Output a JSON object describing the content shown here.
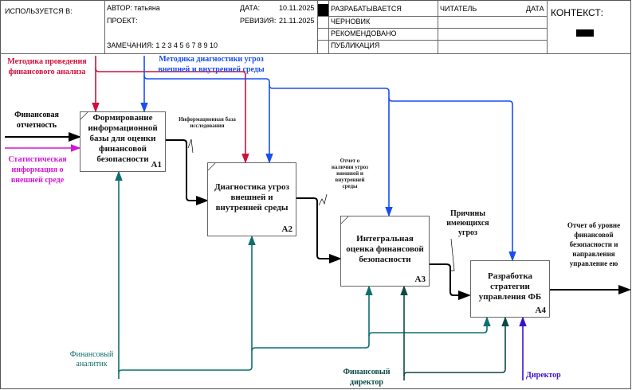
{
  "header": {
    "used_in_label": "ИСПОЛЬЗУЕТСЯ В:",
    "author_label": "АВТОР: татьяна",
    "project_label": "ПРОЕКТ:",
    "notes_label": "ЗАМЕЧАНИЯ:  1  2  3  4  5  6  7  8  9  10",
    "date_label": "ДАТА:",
    "date_value": "10.11.2025",
    "revision_label": "РЕВИЗИЯ:",
    "revision_value": "21.11.2025",
    "status_rows": [
      "РАЗРАБАТЫВАЕТСЯ",
      "ЧЕРНОВИК",
      "РЕКОМЕНДОВАНО",
      "ПУБЛИКАЦИЯ"
    ],
    "reader_label": "ЧИТАТЕЛЬ",
    "reader_date_label": "ДАТА",
    "context_label": "КОНТЕКСТ:"
  },
  "boxes": [
    {
      "id": "A1",
      "title": "Формирование информационной базы для оценки финансовой безопасности"
    },
    {
      "id": "A2",
      "title": "Диагностика угроз внешней и внутренней среды"
    },
    {
      "id": "A3",
      "title": "Интегральная оценка финансовой безопасности"
    },
    {
      "id": "A4",
      "title": "Разработка стратегии управления ФБ"
    }
  ],
  "arrows": {
    "input_fin_reports": "Финансовая отчетность",
    "input_stat_info": "Статистическая информация о внешней среде",
    "control_method_fin": "Методика проведения финансового анализа",
    "control_method_diag": "Методика диагностики угроз внешней и внутренней среды",
    "a1_output": "Информационная база исследования",
    "a2_output": "Отчет о наличии угроз внешней и внутренней среды",
    "a3_output": "Причины имеющихся угроз",
    "a4_output": "Отчет об уровне финансовой безопасности и направления управление ею",
    "mech_analyst": "Финансовый аналитик",
    "mech_fin_director": "Финансовый директор",
    "mech_director": "Директор"
  },
  "colors": {
    "red": "#d0103a",
    "blue": "#1a4ef0",
    "magenta": "#d417d4",
    "teal": "#0f6e6e",
    "dark_teal": "#0c4a44",
    "purple": "#3a10d0",
    "black": "#000000"
  }
}
